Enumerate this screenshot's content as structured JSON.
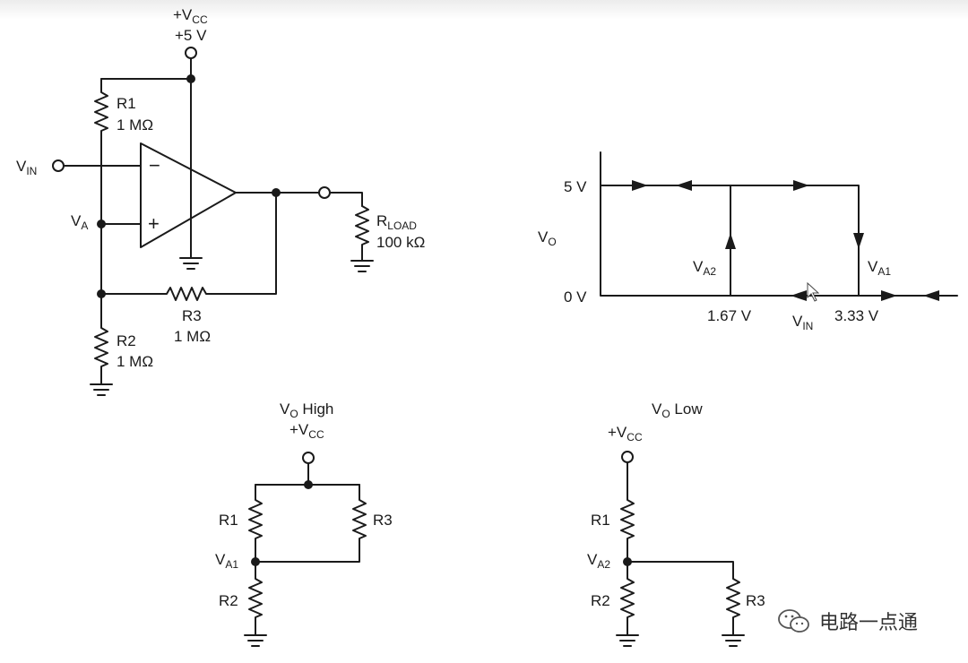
{
  "schematic": {
    "vcc_label": "+V",
    "vcc_sub": "CC",
    "vcc_value": "+5 V",
    "r1_name": "R1",
    "r1_value": "1 MΩ",
    "vin_label": "V",
    "vin_sub": "IN",
    "va_label": "V",
    "va_sub": "A",
    "minus": "−",
    "plus": "+",
    "r3_name": "R3",
    "r3_value": "1 MΩ",
    "r2_name": "R2",
    "r2_value": "1 MΩ",
    "rload_label": "R",
    "rload_sub": "LOAD",
    "rload_value": "100 kΩ"
  },
  "transfer": {
    "y_high": "5 V",
    "y_low": "0 V",
    "vo_label": "V",
    "vo_sub": "O",
    "va2_label": "V",
    "va2_sub": "A2",
    "va1_label": "V",
    "va1_sub": "A1",
    "x_low": "1.67 V",
    "vin_label": "V",
    "vin_sub": "IN",
    "x_high": "3.33 V"
  },
  "vo_high": {
    "title_v": "V",
    "title_sub": "O",
    "title_rest": " High",
    "vcc_label": "+V",
    "vcc_sub": "CC",
    "r1": "R1",
    "r3": "R3",
    "va1_label": "V",
    "va1_sub": "A1",
    "r2": "R2"
  },
  "vo_low": {
    "title_v": "V",
    "title_sub": "O",
    "title_rest": " Low",
    "vcc_label": "+V",
    "vcc_sub": "CC",
    "r1": "R1",
    "va2_label": "V",
    "va2_sub": "A2",
    "r2": "R2",
    "r3": "R3"
  },
  "watermark": {
    "icon": "wechat-icon",
    "text": "电路一点通"
  }
}
